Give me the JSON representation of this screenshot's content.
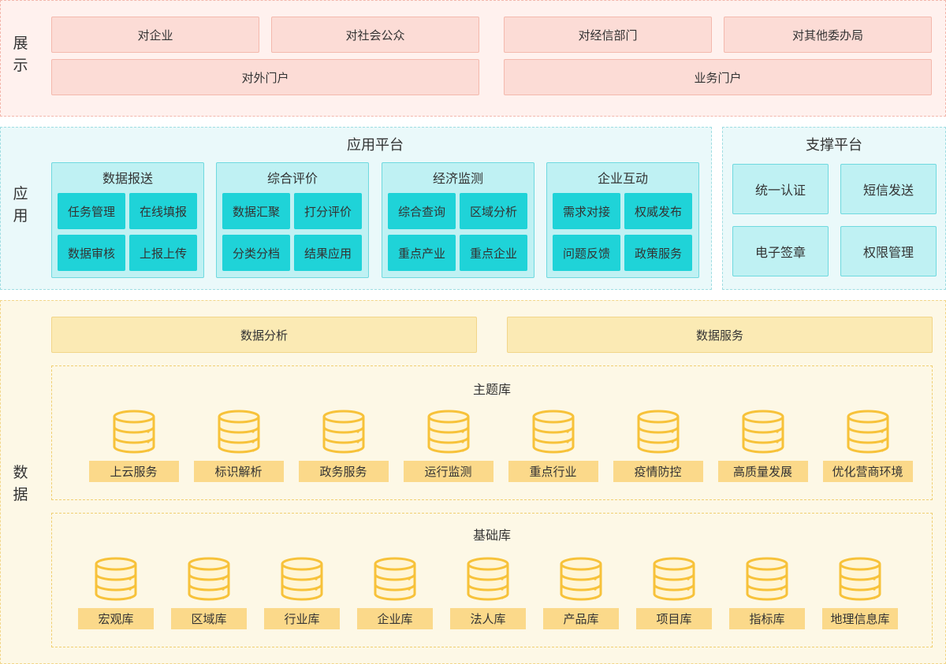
{
  "display": {
    "side_label": [
      "展",
      "示"
    ],
    "top_boxes": [
      "对企业",
      "对社会公众",
      "对经信部门",
      "对其他委办局"
    ],
    "portals": [
      "对外门户",
      "业务门户"
    ]
  },
  "application": {
    "side_label": [
      "应",
      "用"
    ],
    "app_platform": {
      "title": "应用平台",
      "groups": [
        {
          "title": "数据报送",
          "items": [
            "任务管理",
            "在线填报",
            "数据审核",
            "上报上传"
          ]
        },
        {
          "title": "综合评价",
          "items": [
            "数据汇聚",
            "打分评价",
            "分类分档",
            "结果应用"
          ]
        },
        {
          "title": "经济监测",
          "items": [
            "综合查询",
            "区域分析",
            "重点产业",
            "重点企业"
          ]
        },
        {
          "title": "企业互动",
          "items": [
            "需求对接",
            "权威发布",
            "问题反馈",
            "政策服务"
          ]
        }
      ]
    },
    "support_platform": {
      "title": "支撑平台",
      "items": [
        "统一认证",
        "短信发送",
        "电子签章",
        "权限管理"
      ]
    }
  },
  "data": {
    "side_label": [
      "数",
      "据"
    ],
    "top_bars": [
      "数据分析",
      "数据服务"
    ],
    "theme_db": {
      "title": "主题库",
      "items": [
        "上云服务",
        "标识解析",
        "政务服务",
        "运行监测",
        "重点行业",
        "疫情防控",
        "高质量发展",
        "优化营商环境"
      ]
    },
    "base_db": {
      "title": "基础库",
      "items": [
        "宏观库",
        "区域库",
        "行业库",
        "企业库",
        "法人库",
        "产品库",
        "项目库",
        "指标库",
        "地理信息库"
      ]
    }
  },
  "colors": {
    "display_bg": "#fff1ee",
    "display_box": "#fcdcd6",
    "app_bg": "#eaf9fa",
    "app_card": "#bff1f3",
    "app_item": "#1fd3d8",
    "data_bg": "#fdf8e6",
    "db_icon": "#f7c23a",
    "db_label": "#fbd98a"
  }
}
